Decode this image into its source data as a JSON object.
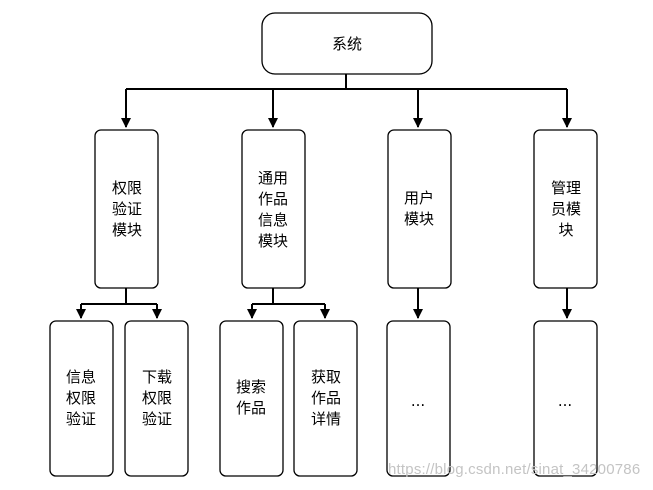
{
  "diagram": {
    "root": {
      "lines": [
        "系统"
      ]
    },
    "modules": [
      {
        "id": "permission",
        "lines": [
          "权限",
          "验证",
          "模块"
        ]
      },
      {
        "id": "general-work-info",
        "lines": [
          "通用",
          "作品",
          "信息",
          "模块"
        ]
      },
      {
        "id": "user",
        "lines": [
          "用户",
          "模块"
        ]
      },
      {
        "id": "admin",
        "lines": [
          "管理",
          "员模",
          "块"
        ]
      }
    ],
    "leaves": [
      {
        "id": "info-permission-check",
        "lines": [
          "信息",
          "权限",
          "验证"
        ]
      },
      {
        "id": "download-permission-check",
        "lines": [
          "下载",
          "权限",
          "验证"
        ]
      },
      {
        "id": "search-works",
        "lines": [
          "搜索",
          "作品"
        ]
      },
      {
        "id": "get-work-details",
        "lines": [
          "获取",
          "作品",
          "详情"
        ]
      },
      {
        "id": "user-more",
        "lines": [
          "..."
        ]
      },
      {
        "id": "admin-more",
        "lines": [
          "..."
        ]
      }
    ]
  },
  "watermark": {
    "text": "https://blog.csdn.net/sinat_34200786"
  },
  "colors": {
    "stroke": "#000000",
    "fill": "#ffffff",
    "text": "#000000",
    "watermark": "#c4c4c4"
  }
}
